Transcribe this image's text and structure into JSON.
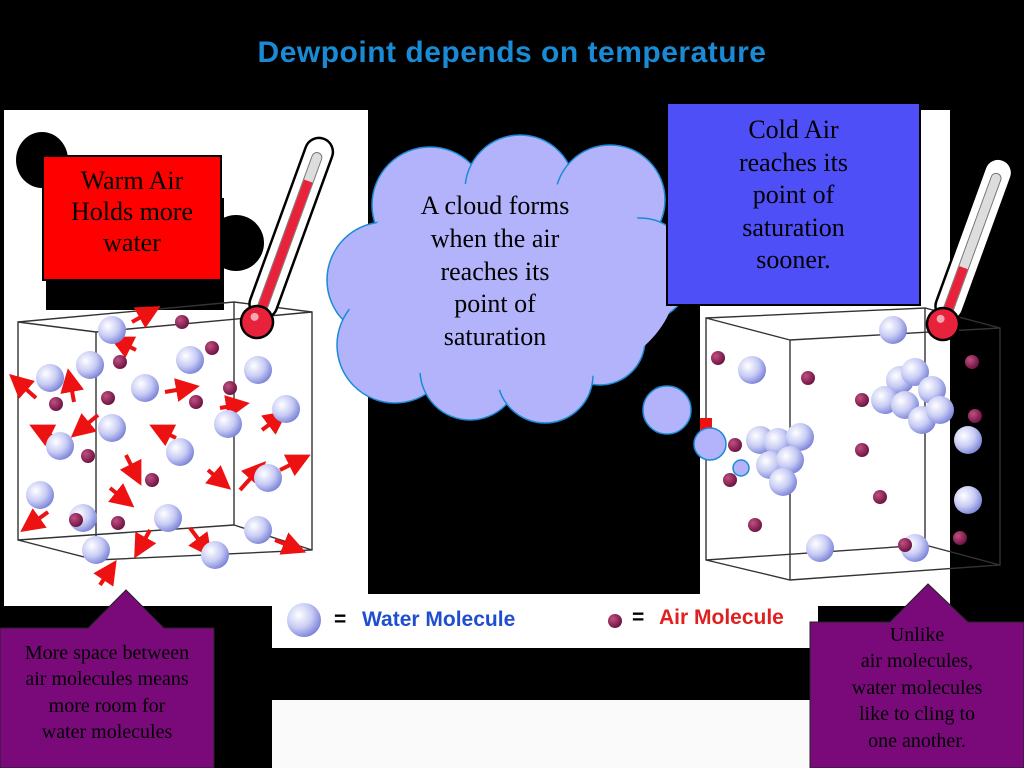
{
  "slide": {
    "title": "Dewpoint depends on temperature"
  },
  "warm_label": {
    "lines": [
      "Warm Air",
      "Holds more",
      "water"
    ]
  },
  "cold_label": {
    "lines": [
      "Cold Air",
      "reaches its",
      "point of",
      "saturation",
      "sooner."
    ]
  },
  "cloud": {
    "lines": [
      "A cloud forms",
      "when the air",
      "reaches its",
      "point of",
      "saturation"
    ]
  },
  "legend": {
    "water_equals": "=",
    "water_label": "Water Molecule",
    "air_equals": "=",
    "air_label": "Air Molecule"
  },
  "left_note": {
    "lines": [
      "More space between",
      "air molecules means",
      "more room for",
      "water molecules"
    ]
  },
  "right_note": {
    "lines": [
      "Unlike",
      "air molecules,",
      "water molecules",
      "like to cling to",
      "one another."
    ]
  },
  "colors": {
    "title": "#1a8ad4",
    "warm_box": "#ff0000",
    "cold_box": "#4f4ff8",
    "cloud_fill": "#b3b3fb",
    "note_fill": "#7a0a7a",
    "water_molecule": "#c8ccf4",
    "air_molecule": "#8b2252",
    "arrow": "#ee1111",
    "legend_water_text": "#1f4ed0",
    "legend_air_text": "#e02020"
  }
}
